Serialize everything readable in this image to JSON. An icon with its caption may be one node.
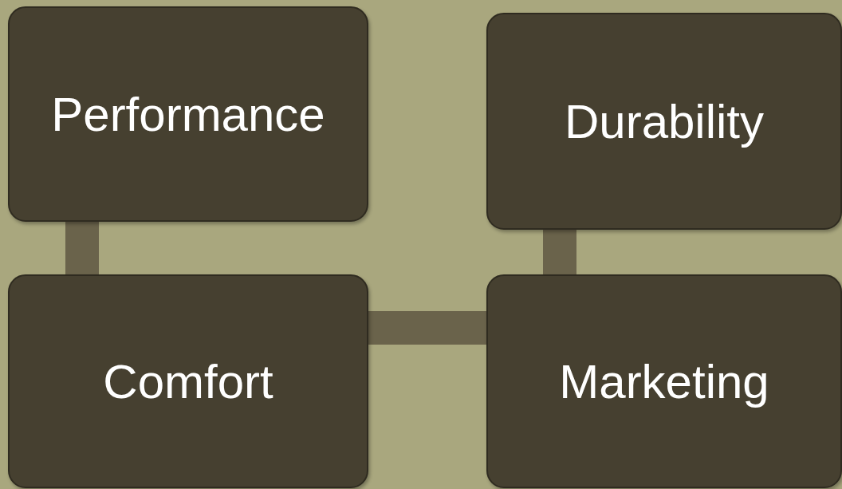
{
  "diagram": {
    "nodes": [
      {
        "text": [
          "Performance"
        ]
      },
      {
        "text": [
          "Durability"
        ]
      },
      {
        "text": [
          "Comfort"
        ]
      },
      {
        "text": [
          "Marketing"
        ]
      }
    ],
    "edges": [
      {
        "from": 0,
        "to": 2,
        "arrow": "none"
      },
      {
        "from": 1,
        "to": 3,
        "arrow": "none"
      },
      {
        "from": 2,
        "to": 3,
        "arrow": "none"
      }
    ]
  }
}
